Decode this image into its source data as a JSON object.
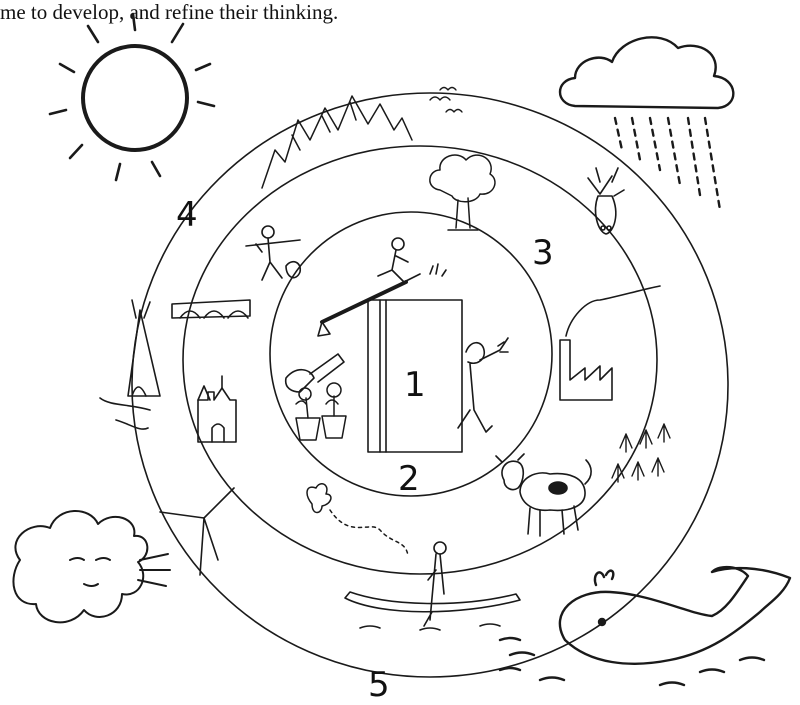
{
  "text": {
    "top_line": "me to develop, and refine their thinking."
  },
  "labels": {
    "zone_1": "1",
    "zone_2": "2",
    "zone_3": "3",
    "zone_4": "4",
    "zone_5": "5"
  },
  "icons": [
    "sun-icon",
    "rain-cloud-icon",
    "mountains-icon",
    "birds-icon",
    "tree-icon",
    "moose-icon",
    "factory-icon",
    "pine-trees-icon",
    "cow-icon",
    "whale-icon",
    "canoe-icon",
    "butterfly-icon",
    "wind-turbine-icon",
    "wind-cloud-face-icon",
    "tipi-icon",
    "castle-icon",
    "bridge-icon",
    "hunter-icon",
    "runner-icon",
    "book-icon",
    "trowel-icon",
    "flower-pots-icon",
    "waving-figure-icon"
  ]
}
